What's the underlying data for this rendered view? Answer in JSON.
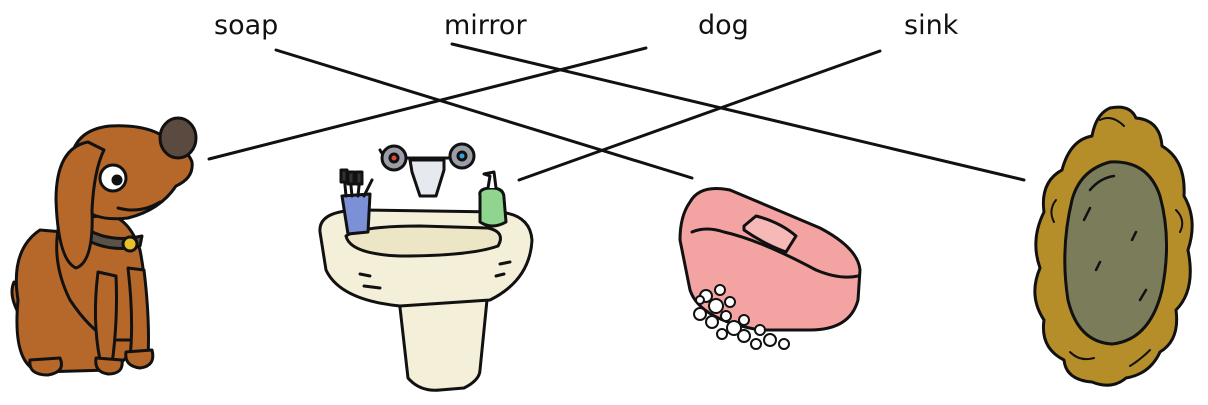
{
  "words": [
    {
      "id": "soap",
      "label": "soap"
    },
    {
      "id": "mirror",
      "label": "mirror"
    },
    {
      "id": "dog",
      "label": "dog"
    },
    {
      "id": "sink",
      "label": "sink"
    }
  ],
  "pictures": [
    "dog",
    "sink",
    "soap",
    "mirror"
  ],
  "connections": [
    {
      "word": "soap",
      "picture": "soap"
    },
    {
      "word": "mirror",
      "picture": "mirror"
    },
    {
      "word": "dog",
      "picture": "dog"
    },
    {
      "word": "sink",
      "picture": "sink"
    }
  ],
  "colors": {
    "line": "#111111",
    "dog_fur": "#B5682A",
    "dog_nose": "#5A4A40",
    "sink_basin": "#F3EFD8",
    "soap_bar": "#F4A3A3",
    "mirror_frame": "#B58E2A",
    "mirror_glass": "#7A7C5A",
    "cup": "#7C90D8",
    "pump_bottle": "#8FD48F"
  }
}
